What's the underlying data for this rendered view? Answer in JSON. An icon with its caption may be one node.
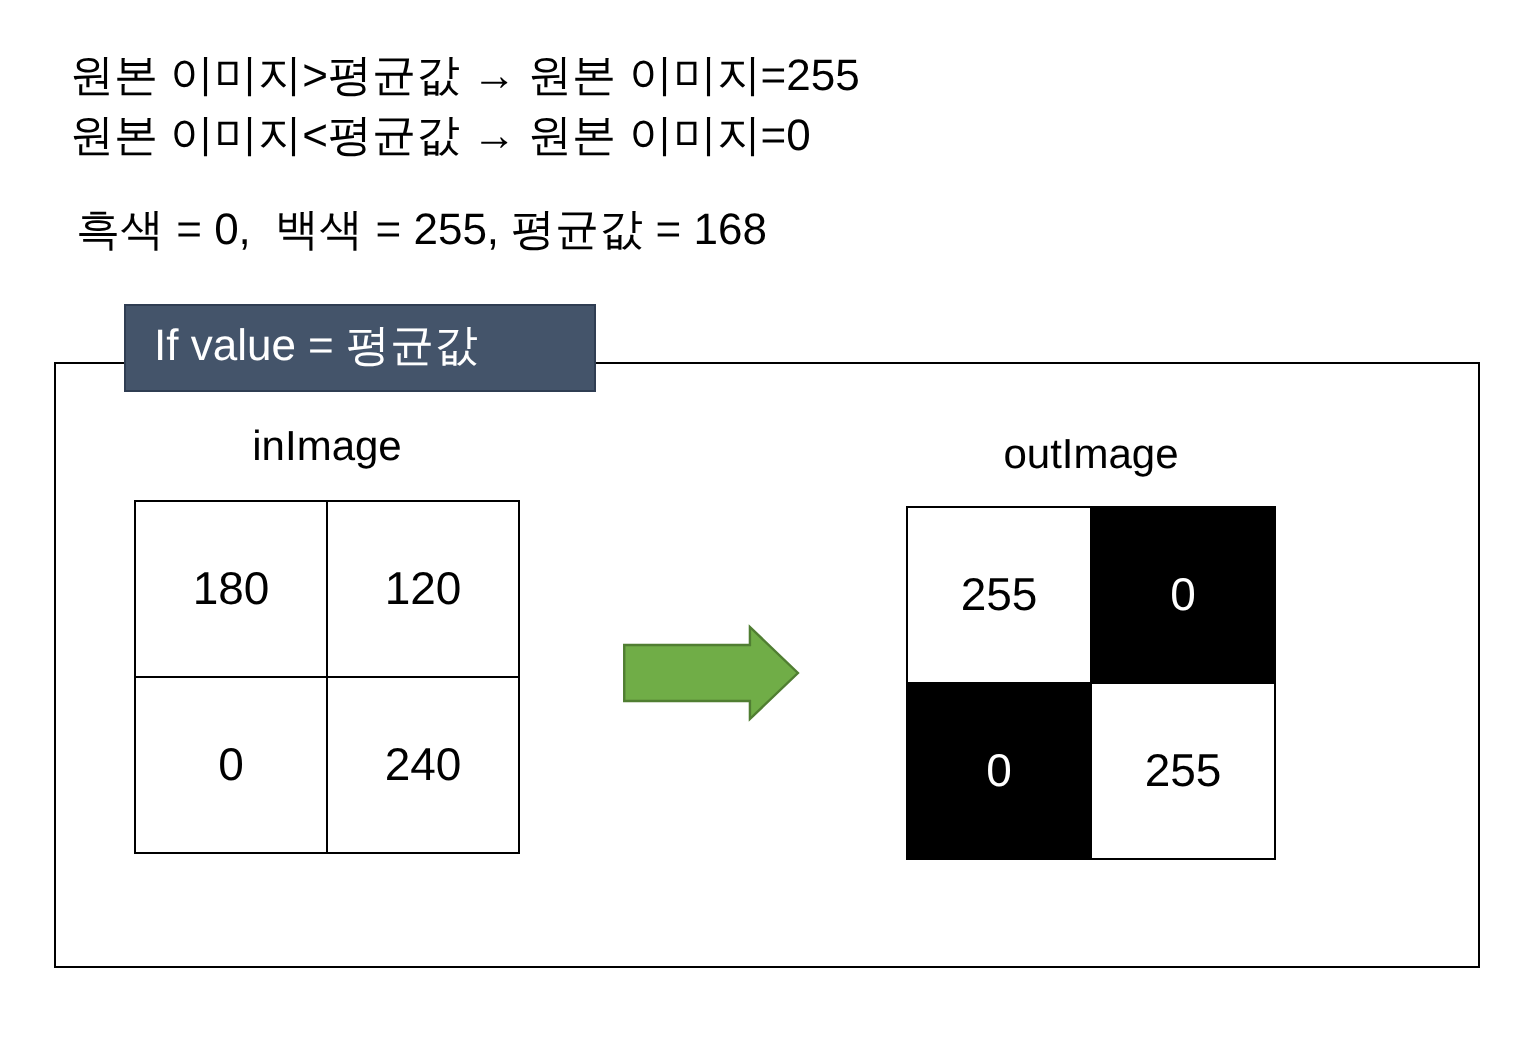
{
  "diagram": {
    "nodes": [
      {
        "text": [
          "If value = 평균값"
        ]
      },
      {
        "text": [
          "inImage"
        ],
        "in": 0
      },
      {
        "text": [
          "180"
        ],
        "in": 1
      },
      {
        "text": [
          "120"
        ],
        "in": 1
      },
      {
        "text": [
          "0"
        ],
        "in": 1
      },
      {
        "text": [
          "240"
        ],
        "in": 1
      },
      {
        "text": [
          "outImage"
        ],
        "in": 0
      },
      {
        "text": [
          "255"
        ],
        "in": 6
      },
      {
        "text": [
          "0"
        ],
        "in": 6
      },
      {
        "text": [
          "0"
        ],
        "in": 6
      },
      {
        "text": [
          "255"
        ],
        "in": 6
      }
    ],
    "edges": [
      {
        "from": 1,
        "to": 6,
        "arrow": "to",
        "color": "#70ad47"
      }
    ],
    "labels": [
      "원본 이미지>평균값 → 원본 이미지=255",
      "원본 이미지<평균값 → 원본 이미지=0",
      "흑색 = 0,  백색 = 255, 평균값 = 168"
    ]
  }
}
